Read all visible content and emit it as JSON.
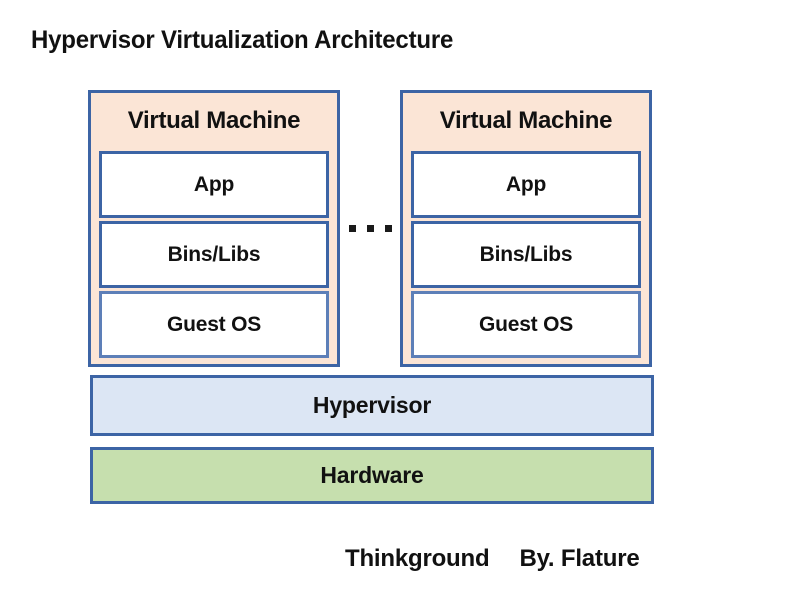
{
  "title": "Hypervisor Virtualization Architecture",
  "colors": {
    "border_blue": "#3c64a5",
    "border_blue_light": "#5d7fb8",
    "vm_fill": "#fbe5d6",
    "layer_fill": "#ffffff",
    "hypervisor_fill": "#dce6f4",
    "hardware_fill": "#c6dfae",
    "text": "#111111",
    "background": "#ffffff"
  },
  "virtual_machines": [
    {
      "title": "Virtual Machine",
      "layers": [
        {
          "label": "App"
        },
        {
          "label": "Bins/Libs"
        },
        {
          "label": "Guest OS"
        }
      ]
    },
    {
      "title": "Virtual Machine",
      "layers": [
        {
          "label": "App"
        },
        {
          "label": "Bins/Libs"
        },
        {
          "label": "Guest OS"
        }
      ]
    }
  ],
  "ellipsis": {
    "label": "...",
    "dot_count": 3
  },
  "bars": {
    "hypervisor": "Hypervisor",
    "hardware": "Hardware"
  },
  "footer": {
    "brand": "Thinkground",
    "author": "By. Flature"
  }
}
